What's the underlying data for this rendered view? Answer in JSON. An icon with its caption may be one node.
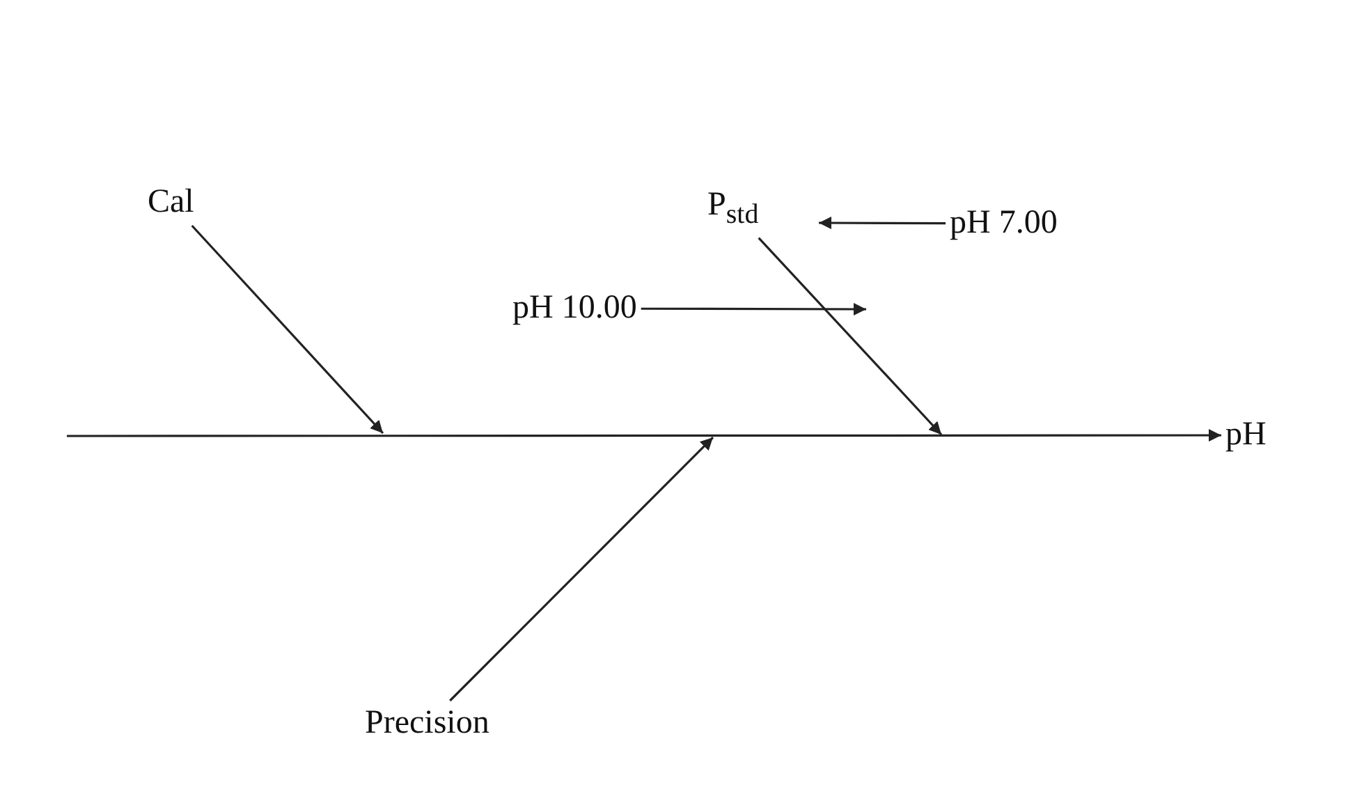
{
  "diagram": {
    "nodes": [
      {
        "text": [
          "Cal"
        ]
      },
      {
        "text": [
          "P$_{std}$"
        ]
      },
      {
        "text": [
          "pH 7.00"
        ]
      },
      {
        "text": [
          "pH 10.00"
        ]
      },
      {
        "text": [
          "Precision"
        ]
      },
      {
        "text": [
          "pH"
        ]
      }
    ],
    "edges": [
      {
        "from": null,
        "to": 5,
        "arrow": "to"
      },
      {
        "from": 0,
        "to": null,
        "arrow": "to"
      },
      {
        "from": 2,
        "to": null,
        "arrow": "to"
      },
      {
        "from": 3,
        "to": null,
        "arrow": "to"
      },
      {
        "from": 1,
        "to": null,
        "arrow": "to"
      },
      {
        "from": 4,
        "to": null,
        "arrow": "to"
      }
    ]
  }
}
